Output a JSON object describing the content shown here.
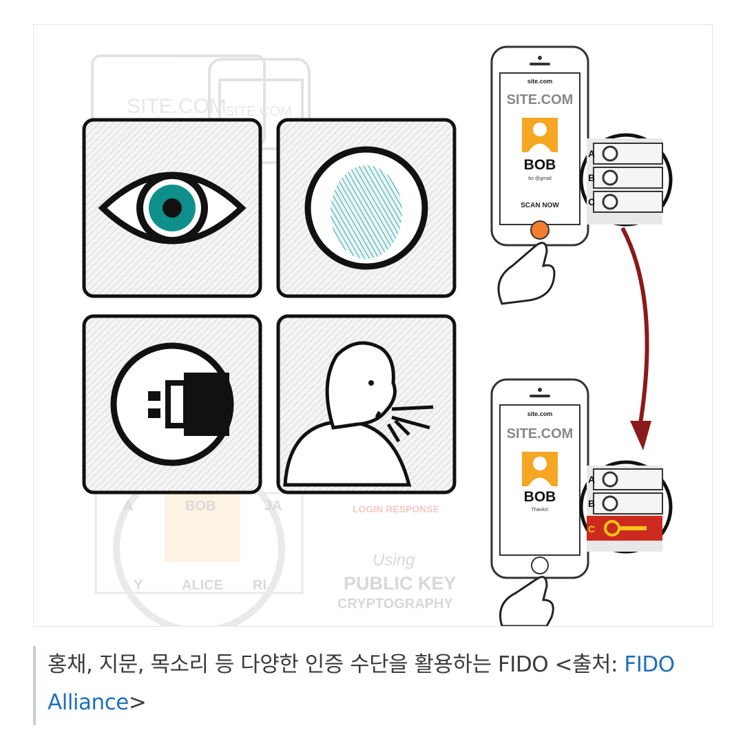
{
  "figure": {
    "bg_phones": {
      "site_label": "SITE.COM",
      "small_site_label": "site.com"
    },
    "bg_bottom": {
      "key_labels": [
        "A",
        "BOB",
        "JA",
        "Y",
        "ALICE",
        "RI"
      ],
      "login_response": "LOGIN RESPONSE",
      "using": "Using",
      "public_key": "PUBLIC KEY",
      "cryptography": "CRYPTOGRAPHY"
    },
    "tiles": [
      {
        "name": "iris",
        "icon": "eye-icon"
      },
      {
        "name": "fingerprint",
        "icon": "fingerprint-icon"
      },
      {
        "name": "usb-key",
        "icon": "usb-key-icon"
      },
      {
        "name": "voice",
        "icon": "speaking-person-icon"
      }
    ],
    "phone_top": {
      "small_url": "site.com",
      "site": "SITE.COM",
      "user": "BOB",
      "handle": "bo @gmail",
      "action": "SCAN NOW",
      "keys": [
        "A",
        "B",
        "C"
      ]
    },
    "phone_bottom": {
      "small_url": "site.com",
      "site": "SITE.COM",
      "user": "BOB",
      "handle": "Thanks!",
      "keys": [
        "A",
        "B",
        "C"
      ]
    },
    "colors": {
      "accent_orange": "#f5a623",
      "arrow_red": "#8b1a1a",
      "iris_teal": "#0e8f8c",
      "key_red": "#cc2a1e"
    }
  },
  "caption": {
    "text": "홍채, 지문, 목소리 등 다양한 인증 수단을 활용하는 FIDO <출처: ",
    "link": "FIDO Alliance",
    "suffix": ">"
  }
}
